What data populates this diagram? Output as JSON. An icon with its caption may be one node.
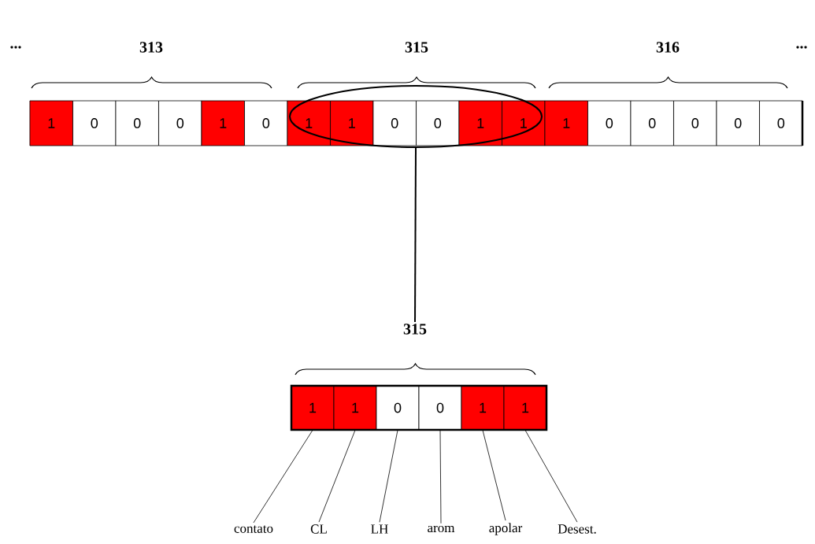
{
  "diagram": {
    "nodes": [
      {
        "text": [],
        "shape": "ellipse"
      },
      {
        "text": [
          "315"
        ]
      },
      {
        "text": [
          "1"
        ]
      },
      {
        "text": [
          "1"
        ]
      },
      {
        "text": [
          "0"
        ]
      },
      {
        "text": [
          "0"
        ]
      },
      {
        "text": [
          "1"
        ]
      },
      {
        "text": [
          "1"
        ]
      },
      {
        "text": [
          "contato"
        ]
      },
      {
        "text": [
          "CL"
        ]
      },
      {
        "text": [
          "LH"
        ]
      },
      {
        "text": [
          "arom"
        ]
      },
      {
        "text": [
          "apolar"
        ]
      },
      {
        "text": [
          "Desest."
        ]
      }
    ],
    "edges": [
      {
        "from": 0,
        "to": 1,
        "arrow": "none"
      },
      {
        "from": 8,
        "to": 2,
        "arrow": "none"
      },
      {
        "from": 9,
        "to": 3,
        "arrow": "none"
      },
      {
        "from": 10,
        "to": 4,
        "arrow": "none"
      },
      {
        "from": 11,
        "to": 5,
        "arrow": "none"
      },
      {
        "from": 12,
        "to": 6,
        "arrow": "none"
      },
      {
        "from": 13,
        "to": 7,
        "arrow": "none"
      }
    ],
    "labels": [
      "...",
      "313",
      "315",
      "316",
      "...",
      "1",
      "0",
      "0",
      "0",
      "1",
      "0",
      "1",
      "1",
      "0",
      "0",
      "1",
      "1",
      "1",
      "0",
      "0",
      "0",
      "0",
      "0"
    ]
  }
}
